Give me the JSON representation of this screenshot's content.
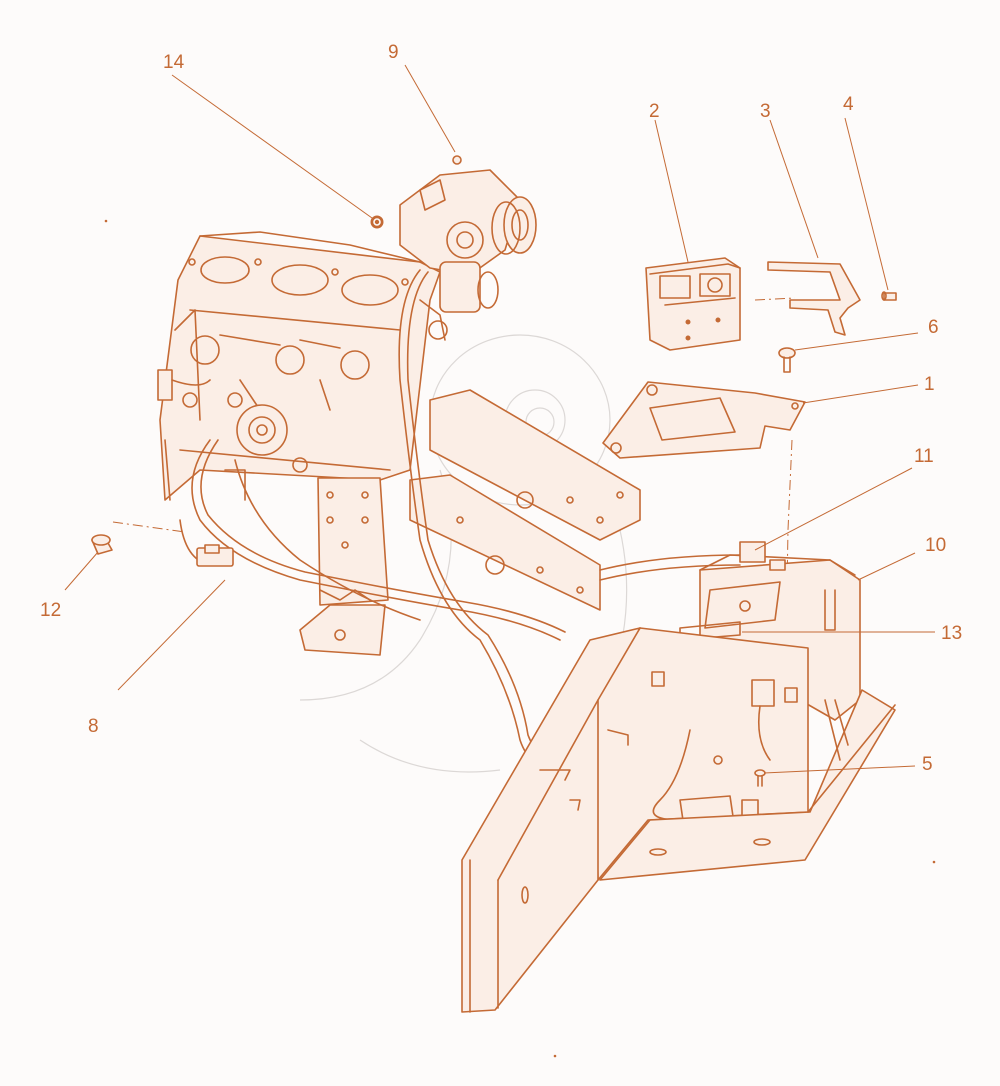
{
  "diagram": {
    "ink_color": "#c46a35",
    "labels": [
      "1",
      "2",
      "3",
      "4",
      "5",
      "6",
      "8",
      "9",
      "10",
      "11",
      "12",
      "13",
      "14"
    ]
  }
}
